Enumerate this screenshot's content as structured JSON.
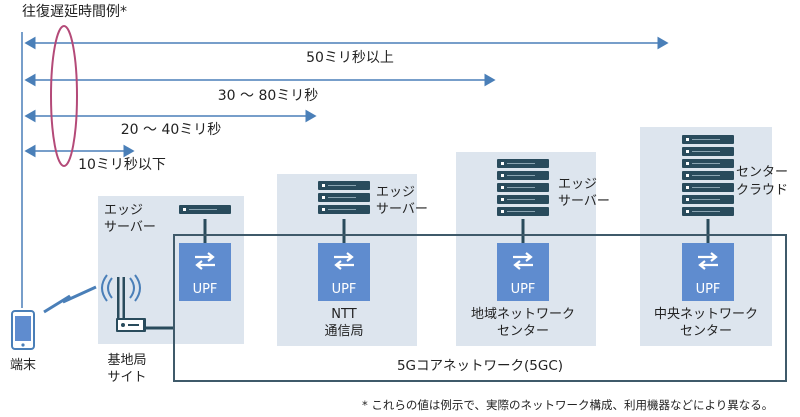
{
  "title": "往復遅延時間例*",
  "latencies": [
    {
      "label": "50ミリ秒以上"
    },
    {
      "label": "30 ～ 80ミリ秒"
    },
    {
      "label": "20 ～ 40ミリ秒"
    },
    {
      "label": "10ミリ秒以下"
    }
  ],
  "edge_server_label_1": "エッジ",
  "edge_server_label_2": "サーバー",
  "cloud_label_1": "センター",
  "cloud_label_2": "クラウド",
  "upf_label": "UPF",
  "site_labels": {
    "ntt_1": "NTT",
    "ntt_2": "通信局",
    "regional_1": "地域ネットワーク",
    "regional_2": "センター",
    "central_1": "中央ネットワーク",
    "central_2": "センター",
    "base_1": "基地局",
    "base_2": "サイト"
  },
  "terminal_label": "端末",
  "core_label": "5Gコアネットワーク(5GC)",
  "footnote": "* これらの値は例示で、実際のネットワーク構成、利用機器などにより異なる。",
  "colors": {
    "arrow": "#4a7fb8",
    "ellipse": "#b44a78",
    "panel": "#dde5ee",
    "upf": "#5f8ccf",
    "server": "#294b5c",
    "core_border": "#3f5a6a"
  }
}
